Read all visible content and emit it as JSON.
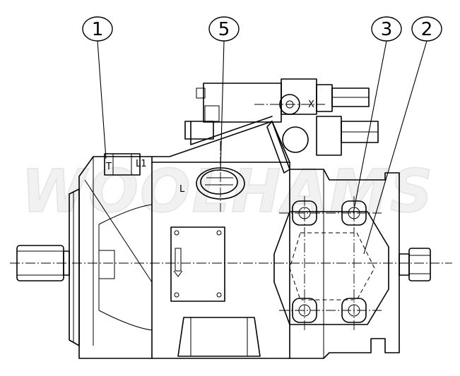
{
  "callouts": [
    {
      "id": "1",
      "label": "1"
    },
    {
      "id": "5",
      "label": "5"
    },
    {
      "id": "3",
      "label": "3"
    },
    {
      "id": "2",
      "label": "2"
    }
  ],
  "port_labels": {
    "l1": "L1",
    "l": "L",
    "t": "T",
    "x": "X"
  },
  "watermark": "WOOLHAMS",
  "colors": {
    "line": "#000000",
    "background": "#ffffff",
    "watermark": "#e4e4e4"
  }
}
